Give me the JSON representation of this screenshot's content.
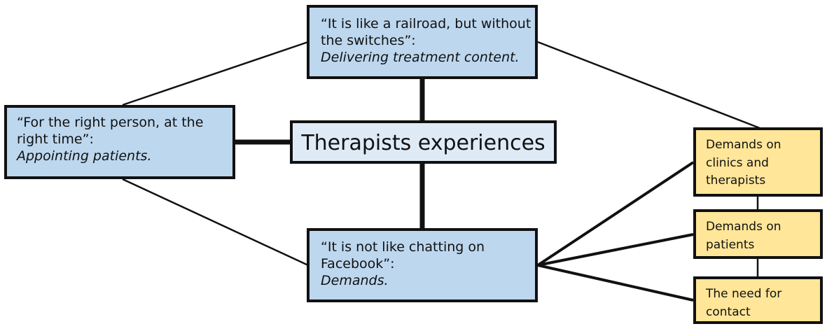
{
  "central": {
    "title": "Therapists experiences"
  },
  "themes": {
    "top": {
      "quote": "“It is like a railroad, but without the switches”:",
      "label": "Delivering treatment content."
    },
    "left": {
      "quote": "“For the right person, at the right time”:",
      "label": "Appointing patients."
    },
    "bottom": {
      "quote": "“It is not like chatting on Facebook”:",
      "label": "Demands."
    }
  },
  "subthemes": [
    {
      "text": "Demands on clinics and therapists"
    },
    {
      "text": "Demands on patients"
    },
    {
      "text": "The need for contact"
    }
  ],
  "colors": {
    "theme_fill": "#bdd7ee",
    "central_fill": "#deebf7",
    "subtheme_fill": "#ffe699",
    "border": "#111111"
  }
}
